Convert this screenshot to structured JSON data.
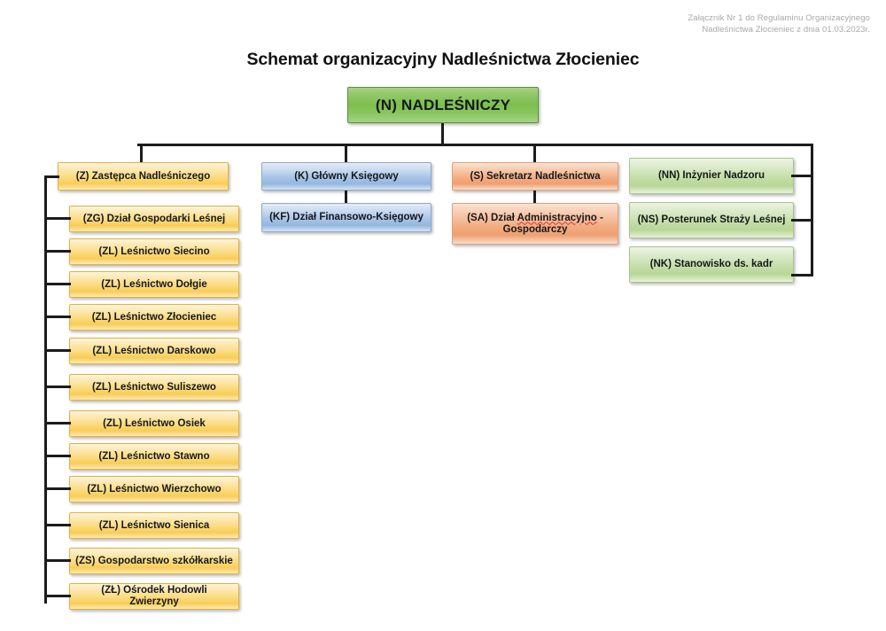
{
  "document_note": {
    "line1": "Załącznik Nr 1 do Regulaminu Organizacyjnego",
    "line2": "Nadleśnictwa Złocieniec z dnia 01.03.2023r."
  },
  "title": "Schemat organizacyjny Nadleśnictwa Złocieniec",
  "colors": {
    "root_green": "#7cbf4e",
    "gold": "#fbd978",
    "blue": "#a8c4e6",
    "orange": "#f2ab80",
    "light_green": "#c3dda6",
    "line": "#1c1c1c",
    "note_grey": "#a8a8a8",
    "spellcheck_red": "#e03030"
  },
  "chart_data": {
    "type": "diagram",
    "diagram_type": "organizational-chart",
    "title": "Schemat organizacyjny Nadleśnictwa Złocieniec",
    "root": {
      "code": "N",
      "label": "(N) NADLEŚNICZY",
      "color": "root_green"
    },
    "branches": [
      {
        "name": "deputy-branch",
        "color": "gold",
        "head": {
          "code": "Z",
          "label": "(Z)  Zastępca Nadleśniczego"
        },
        "children": [
          {
            "code": "ZG",
            "label": "(ZG)  Dział Gospodarki Leśnej"
          },
          {
            "code": "ZL",
            "label": "(ZL) Leśnictwo Siecino"
          },
          {
            "code": "ZL",
            "label": "(ZL) Leśnictwo Dołgie"
          },
          {
            "code": "ZL",
            "label": "(ZL) Leśnictwo Złocieniec"
          },
          {
            "code": "ZL",
            "label": "(ZL) Leśnictwo Darskowo"
          },
          {
            "code": "ZL",
            "label": "(ZL) Leśnictwo Suliszewo"
          },
          {
            "code": "ZL",
            "label": "(ZL) Leśnictwo Osiek"
          },
          {
            "code": "ZL",
            "label": "(ZL) Leśnictwo Stawno"
          },
          {
            "code": "ZL",
            "label": "(ZL) Leśnictwo Wierzchowo"
          },
          {
            "code": "ZL",
            "label": "(ZL) Leśnictwo Sienica"
          },
          {
            "code": "ZS",
            "label": "(ZS) Gospodarstwo szkółkarskie"
          },
          {
            "code": "ZŁ",
            "label": "(ZŁ) Ośrodek Hodowli Zwierzyny"
          }
        ]
      },
      {
        "name": "accounting-branch",
        "color": "blue",
        "head": {
          "code": "K",
          "label": "(K) Główny Księgowy"
        },
        "children": [
          {
            "code": "KF",
            "label": "(KF) Dział Finansowo-Księgowy"
          }
        ]
      },
      {
        "name": "secretary-branch",
        "color": "orange",
        "head": {
          "code": "S",
          "label": "(S) Sekretarz Nadleśnictwa"
        },
        "children": [
          {
            "code": "SA",
            "label_prefix": "(SA) Dział ",
            "label_spellchecked": "Administracyjno",
            "label_suffix": " -",
            "label_line2": "Gospodarczy",
            "label": "(SA) Dział Administracyjno - Gospodarczy",
            "has_spellcheck_underline": true
          }
        ]
      },
      {
        "name": "supervision-branch",
        "color": "light_green",
        "head": null,
        "children": [
          {
            "code": "NN",
            "label": "(NN) Inżynier Nadzoru"
          },
          {
            "code": "NS",
            "label": "(NS) Posterunek Straży Leśnej"
          },
          {
            "code": "NK",
            "label": "(NK) Stanowisko ds. kadr"
          }
        ]
      }
    ]
  }
}
